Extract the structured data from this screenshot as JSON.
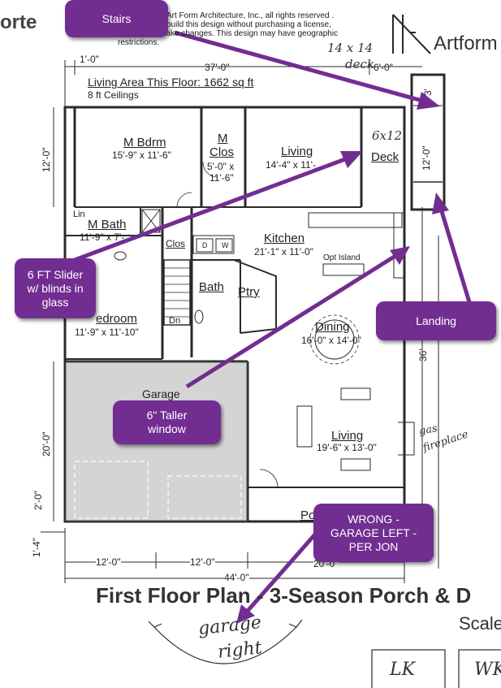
{
  "brand": {
    "left_fragment": "orte",
    "right_logo": "Artform"
  },
  "copyright": {
    "line1": "Art Form Architecture, Inc., all rights reserved .",
    "line2": "build this design without purchasing a license,",
    "line3": "even if you make changes. This design may have geographic",
    "line4": "restrictions."
  },
  "plan": {
    "area_label": "Living Area This Floor: 1662 sq ft",
    "ceilings": "8 ft Ceilings",
    "title": "First Floor Plan - 3-Season Porch & D",
    "scale": "Scale",
    "rooms": {
      "m_bdrm": {
        "name": "M Bdrm",
        "dim": "15'-9\" x 11'-6\""
      },
      "m_clos": {
        "name1": "M",
        "name2": "Clos",
        "dim1": "5'-0\" x",
        "dim2": "11'-6\""
      },
      "living_top": {
        "name": "Living",
        "dim": "14'-4\" x 11'-"
      },
      "deck": {
        "name": "Deck"
      },
      "lin": {
        "name": "Lin"
      },
      "m_bath": {
        "name": "M Bath",
        "dim": "11'-9\" x 7'-"
      },
      "clos": {
        "name": "Clos"
      },
      "d": {
        "name": "D"
      },
      "w": {
        "name": "W"
      },
      "kitchen": {
        "name": "Kitchen",
        "dim": "21'-1\" x 11'-0\""
      },
      "opt_island": {
        "name": "Opt Island"
      },
      "bath": {
        "name": "Bath"
      },
      "ptry": {
        "name": "Ptry"
      },
      "dn": {
        "name": "Dn"
      },
      "bedroom": {
        "name": "edroom",
        "dim": "11'-9\" x 11'-10\""
      },
      "dining": {
        "name": "Dining",
        "dim": "16'-0\" x 14'-0\""
      },
      "garage": {
        "name": "Garage"
      },
      "living_main": {
        "name": "Living",
        "dim": "19'-6\" x 13'-0\""
      },
      "porch": {
        "name": "Po"
      }
    },
    "dims": {
      "top_left": "1'-0\"",
      "top_main": "37'-0\"",
      "top_right": "6'-0\"",
      "left_12": "12'-0\"",
      "left_20": "20'-0\"",
      "left_2": "2'-0\"",
      "left_14": "1'-4\"",
      "bottom_12a": "12'-0\"",
      "bottom_12b": "12'-0\"",
      "bottom_20": "20'-0\"",
      "bottom_44": "44'-0\"",
      "right_36": "36'",
      "deck_3": "3'",
      "deck_12": "12'-0\""
    }
  },
  "handwritten": {
    "deck_size1": "14 x 14",
    "deck_size2": "deck",
    "deck_6x12": "6x12",
    "gas1": "gas",
    "gas2": "fireplace",
    "garage1": "garage",
    "garage2": "right"
  },
  "callouts": {
    "stairs": "Stairs",
    "slider_l1": "6 FT Slider",
    "slider_l2": "w/ blinds in",
    "slider_l3": "glass",
    "landing": "Landing",
    "taller_l1": "6\" Taller",
    "taller_l2": "window",
    "wrong_l1": "WRONG -",
    "wrong_l2": "GARAGE LEFT -",
    "wrong_l3": "PER JON"
  },
  "signatures": {
    "box1": "LK",
    "box2": "WK"
  },
  "colors": {
    "callout": "#722d91",
    "ink": "#222222"
  }
}
